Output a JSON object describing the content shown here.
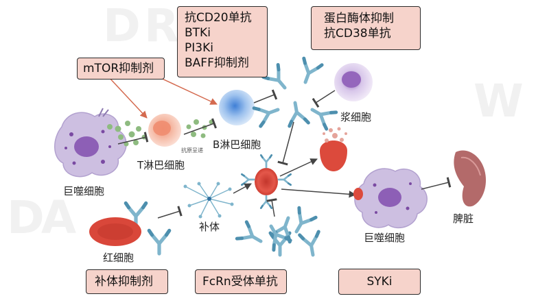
{
  "boxes": {
    "mtor": "mTOR抑制剂",
    "bcell_targets": [
      "抗CD20单抗",
      "BTKi",
      "PI3Ki",
      "BAFF抑制剂"
    ],
    "plasma_targets": [
      "蛋白酶体抑制",
      "抗CD38单抗"
    ],
    "complement_inhibitor": "补体抑制剂",
    "fcrn": "FcRn受体单抗",
    "syk": "SYKi"
  },
  "labels": {
    "macrophage_left": "巨噬细胞",
    "t_cell": "T淋巴细胞",
    "antigen_presentation": "抗原呈递",
    "b_cell": "B淋巴细胞",
    "plasma_cell": "浆细胞",
    "complement": "补体",
    "rbc": "红细胞",
    "macrophage_right": "巨噬细胞",
    "spleen": "脾脏"
  },
  "colors": {
    "box_fill": "#f6d3cb",
    "antibody": "#7fb5cc",
    "rbc": "#dc4a3c",
    "macrophage": "#c9bedf",
    "b_cell": "#a9c8ea",
    "t_cell": "#f2b8a4",
    "spleen": "#b06868"
  }
}
